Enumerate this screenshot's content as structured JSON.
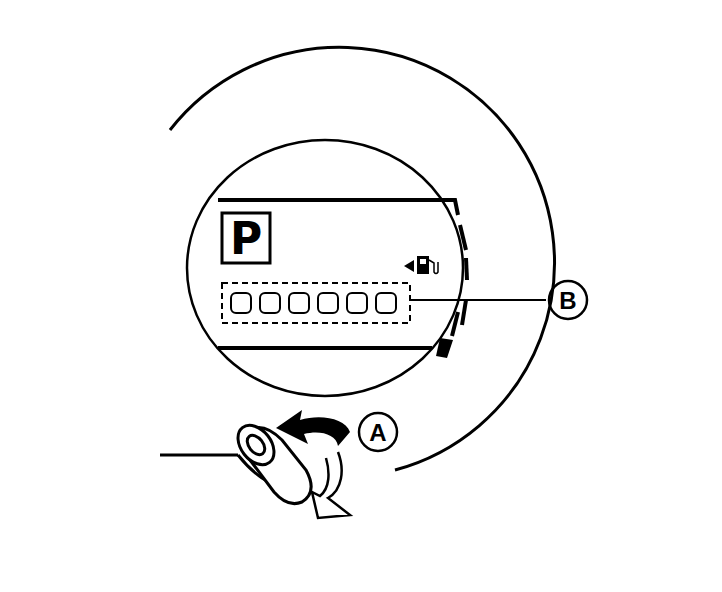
{
  "diagram": {
    "labels": [
      "P",
      "B",
      "A"
    ]
  }
}
